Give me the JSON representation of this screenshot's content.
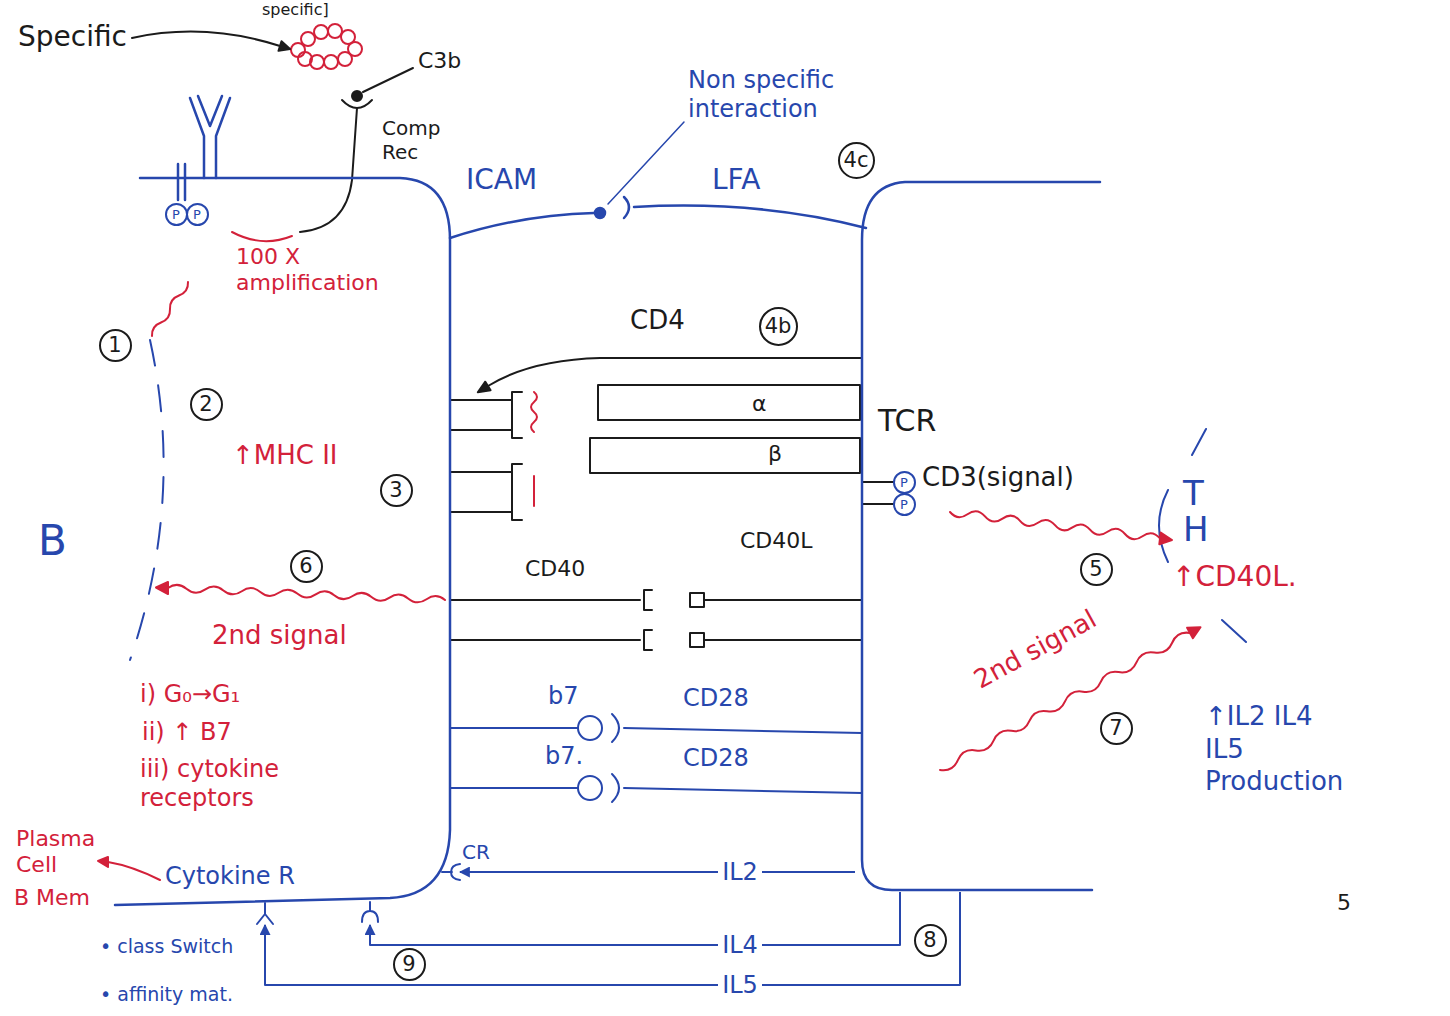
{
  "diagram": {
    "nodes": [
      {
        "text": [
          "B"
        ]
      },
      {
        "text": [
          "P"
        ],
        "in": 0
      },
      {
        "text": [
          "P"
        ],
        "in": 0
      },
      {
        "text": [
          "1"
        ],
        "in": 0
      },
      {
        "text": [
          "2"
        ],
        "in": 0
      },
      {
        "text": [
          "3"
        ],
        "in": 0
      },
      {
        "text": [
          "6"
        ],
        "in": 0
      },
      {
        "text": [
          "T H"
        ]
      },
      {
        "text": [
          "P"
        ],
        "in": 7
      },
      {
        "text": [
          "P"
        ],
        "in": 7
      },
      {
        "text": [
          "5"
        ],
        "in": 7
      },
      {
        "text": [
          "7"
        ],
        "in": 7
      },
      {
        "text": [
          "4c"
        ]
      },
      {
        "text": [
          "4b"
        ]
      },
      {
        "text": [
          "9"
        ]
      },
      {
        "text": [
          "8"
        ]
      }
    ],
    "edges": [
      {
        "from": 7,
        "to": 0,
        "arrow": "to",
        "label": "IL2"
      },
      {
        "from": 7,
        "to": 0,
        "arrow": "to",
        "label": "IL4"
      },
      {
        "from": 7,
        "to": 0,
        "arrow": "to",
        "label": "IL5"
      }
    ],
    "labels": [
      "specific]",
      "Specific",
      "C3b",
      "Comp Rec",
      "Non specific interaction",
      "ICAM",
      "LFA",
      "100 X amplification",
      "CD4",
      "α",
      "TCR",
      "↑MHC II",
      "β",
      "CD3(signal)",
      "CD40L",
      "CD40",
      "↑CD40L.",
      "2nd signal",
      "2nd signal",
      "i) G₀→G₁",
      "b7",
      "CD28",
      "ii) ↑ B7",
      "↑IL2 IL4 IL5 Production",
      "b7.",
      "CD28",
      "iii) cytokine receptors",
      "Plasma Cell",
      "CR",
      "Cytokine R",
      "B Mem",
      "5",
      "• class Switch",
      "• affinity mat."
    ]
  }
}
